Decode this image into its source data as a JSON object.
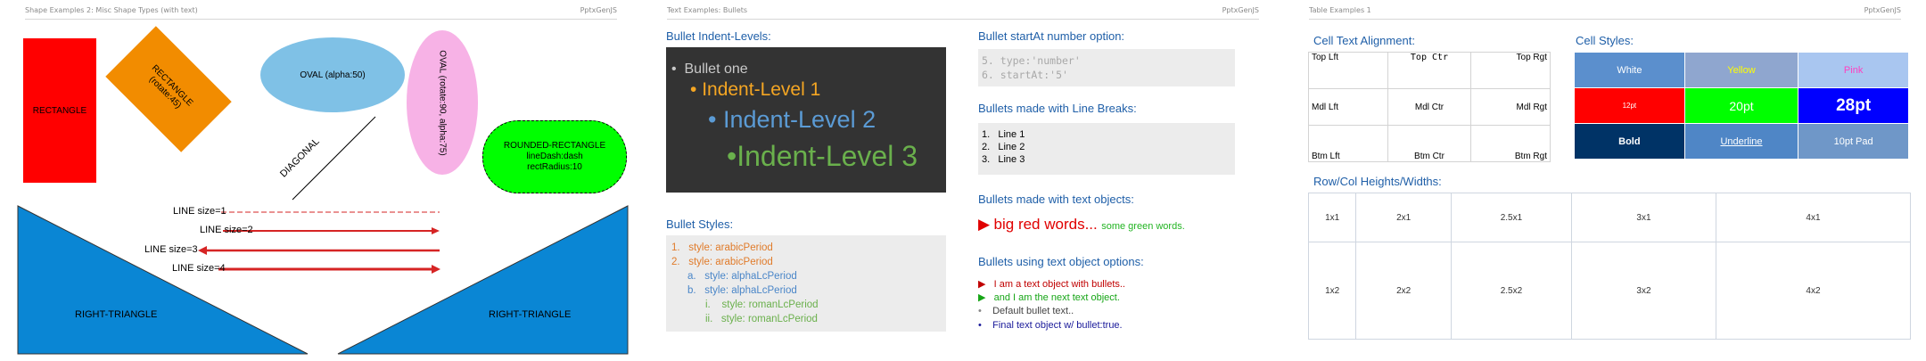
{
  "slide1": {
    "header_left": "Shape Examples 2: Misc Shape Types (with text)",
    "header_right": "PptxGenJS",
    "rectangle": "RECTANGLE",
    "rect_rotated": "RECTANGLE (rotate:45)",
    "oval": "OVAL (alpha:50)",
    "oval_rotated": "OVAL (rotate:90, alpha:75)",
    "rounded_line1": "ROUNDED-RECTANGLE",
    "rounded_line2": "lineDash:dash",
    "rounded_line3": "rectRadius:10",
    "diagonal": "DIAGONAL",
    "line1": "LINE size=1",
    "line2": "LINE size=2",
    "line3": "LINE size=3",
    "line4": "LINE size=4",
    "tri_left": "RIGHT-TRIANGLE",
    "tri_right": "RIGHT-TRIANGLE",
    "colors": {
      "red": "#ff0000",
      "orange": "#f28c00",
      "oval": "#7fc1e6",
      "pink": "#f7b2e6",
      "green": "#00ff00",
      "triangle": "#0a86d4",
      "line": "#d62424"
    }
  },
  "slide2": {
    "header_left": "Text Examples: Bullets",
    "header_right": "PptxGenJS",
    "indent_title": "Bullet Indent-Levels:",
    "indent": [
      "Bullet one",
      "Indent-Level 1",
      "Indent-Level 2",
      "Indent-Level 3"
    ],
    "styles_title": "Bullet Styles:",
    "styles": [
      {
        "num": "1.",
        "text": "style: arabicPeriod"
      },
      {
        "num": "2.",
        "text": "style: arabicPeriod"
      },
      {
        "num": "a.",
        "text": "style: alphaLcPeriod"
      },
      {
        "num": "b.",
        "text": "style: alphaLcPeriod"
      },
      {
        "num": "i.",
        "text": "style: romanLcPeriod"
      },
      {
        "num": "ii.",
        "text": "style: romanLcPeriod"
      }
    ],
    "startat_title": "Bullet startAt number option:",
    "startat": [
      "5. type:'number'",
      "6. startAt:'5'"
    ],
    "linebreaks_title": "Bullets made with Line Breaks:",
    "linebreaks": [
      {
        "num": "1.",
        "text": "Line 1"
      },
      {
        "num": "2.",
        "text": "Line 2"
      },
      {
        "num": "3.",
        "text": "Line 3"
      }
    ],
    "textobj_title": "Bullets made with text objects:",
    "textobj_big": "big red words...",
    "textobj_small": "some green words.",
    "options_title": "Bullets using text object options:",
    "options": [
      "I am a text object with bullets..",
      "and I am the next text object.",
      "Default bullet text..",
      "Final text object w/ bullet:true."
    ]
  },
  "slide3": {
    "header_left": "Table Examples 1",
    "header_right": "PptxGenJS",
    "align_title": "Cell Text Alignment:",
    "align_rows": [
      [
        "Top Lft",
        "Top Ctr",
        "Top Rgt"
      ],
      [
        "Mdl Lft",
        "Mdl Ctr",
        "Mdl Rgt"
      ],
      [
        "Btm Lft",
        "Btm Ctr",
        "Btm Rgt"
      ]
    ],
    "styles_title": "Cell Styles:",
    "style_rows": [
      [
        "White",
        "Yellow",
        "Pink"
      ],
      [
        "12pt",
        "20pt",
        "28pt"
      ],
      [
        "Bold",
        "Underline",
        "10pt Pad"
      ]
    ],
    "heights_title": "Row/Col Heights/Widths:",
    "heights_rows": [
      [
        "1x1",
        "2x1",
        "2.5x1",
        "3x1",
        "4x1"
      ],
      [
        "1x2",
        "2x2",
        "2.5x2",
        "3x2",
        "4x2"
      ]
    ]
  }
}
